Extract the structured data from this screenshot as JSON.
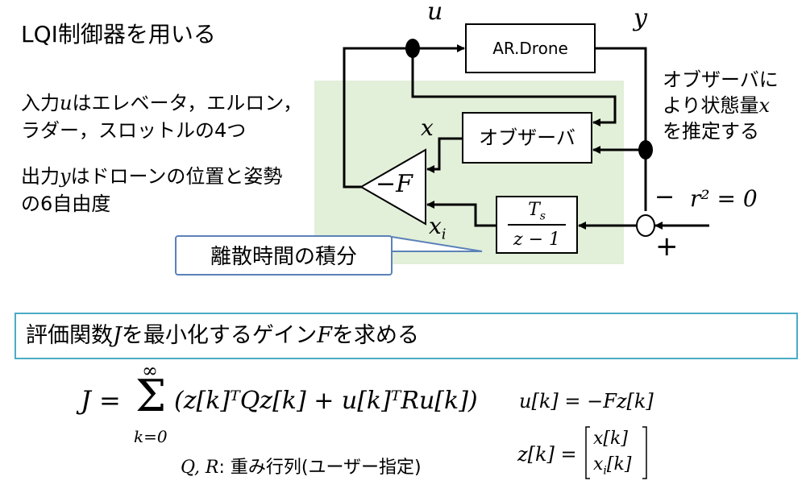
{
  "title": "LQI制御器を用いる",
  "input_desc": {
    "line1_pre": "入力",
    "line1_var": "u",
    "line1_post": "はエレベータ，エルロン，",
    "line2": "ラダー，スロットルの4つ"
  },
  "output_desc": {
    "line1_pre": "出力",
    "line1_var": "y",
    "line1_post": "はドローンの位置と姿勢",
    "line2": "の6自由度"
  },
  "observer_note": {
    "line1": "オブザーバに",
    "line2_pre": "より状態量",
    "line2_var": "x",
    "line3": "を推定する"
  },
  "diagram": {
    "plant": "AR.Drone",
    "observer": "オブザーバ",
    "gain": "−F",
    "integrator_num": "T",
    "integrator_num_sub": "s",
    "integrator_den": "z − 1",
    "label_u": "u",
    "label_y": "y",
    "label_x": "x",
    "label_xi": "x",
    "label_xi_sub": "i",
    "minus": "−",
    "ref": "r² = 0",
    "plus": "+"
  },
  "callout_integral": "離散時間の積分",
  "objective": {
    "pre": "評価関数",
    "var_j": "J",
    "mid": "を最小化するゲイン",
    "var_f": "F",
    "post": "を求める"
  },
  "cost_eq": {
    "lhs": "J =",
    "sum_top": "∞",
    "sum": "Σ",
    "sum_bottom": "k=0",
    "body": "(z[k]ᵀQz[k] + u[k]ᵀRu[k])"
  },
  "control_law": "u[k] = −Fz[k]",
  "state_def": {
    "lhs": "z[k] =",
    "row1": "x[k]",
    "row2_var": "x",
    "row2_sub": "i",
    "row2_post": "[k]"
  },
  "weights_note": {
    "vars": "Q, R",
    "text": ": 重み行列(ユーザー指定)"
  },
  "colors": {
    "green_bg": "#e2efd9",
    "callout_border": "#5b82b8",
    "objective_border": "#4bacc6"
  }
}
